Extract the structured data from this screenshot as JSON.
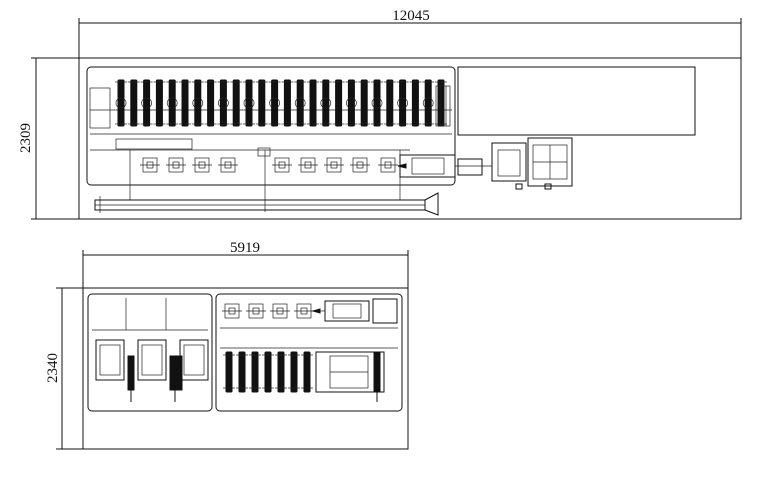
{
  "top_layout": {
    "length_dimension": "12045",
    "width_dimension": "2309"
  },
  "bottom_layout": {
    "length_dimension": "5919",
    "width_dimension": "2340"
  },
  "colors": {
    "line": "#111111",
    "background": "#ffffff"
  }
}
